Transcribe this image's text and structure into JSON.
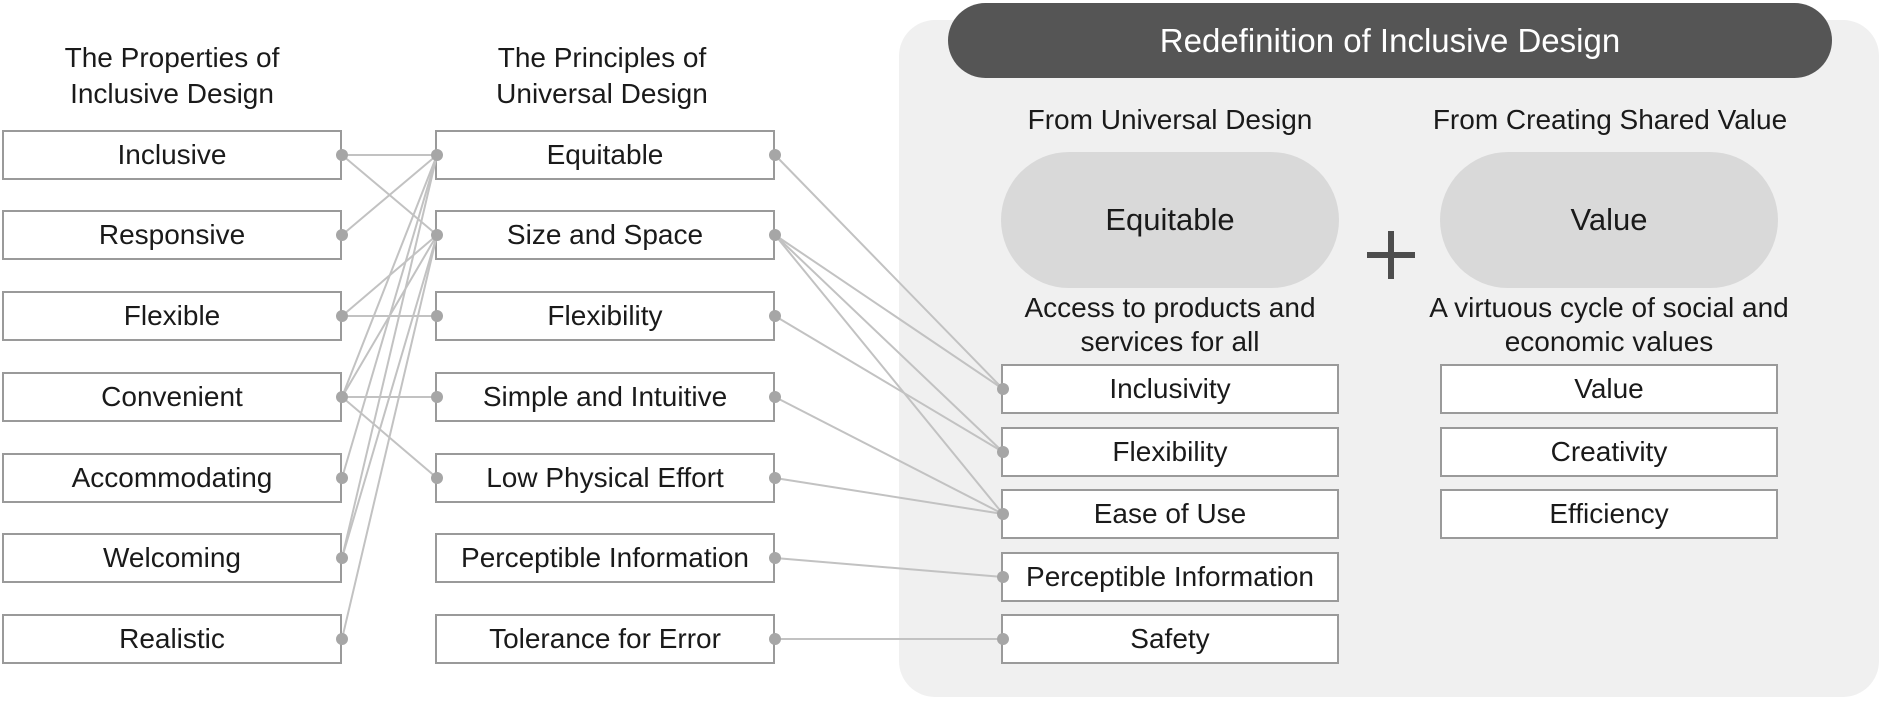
{
  "properties": {
    "title": "The Properties of Inclusive Design",
    "items": [
      "Inclusive",
      "Responsive",
      "Flexible",
      "Convenient",
      "Accommodating",
      "Welcoming",
      "Realistic"
    ]
  },
  "principles": {
    "title": "The Principles of Universal Design",
    "items": [
      "Equitable",
      "Size and Space",
      "Flexibility",
      "Simple and Intuitive",
      "Low Physical Effort",
      "Perceptible Information",
      "Tolerance for Error"
    ]
  },
  "redefinition": {
    "title": "Redefinition of Inclusive Design",
    "universal": {
      "heading": "From Universal Design",
      "pill": "Equitable",
      "description": "Access to products and services for all",
      "items": [
        "Inclusivity",
        "Flexibility",
        "Ease of Use",
        "Perceptible Information",
        "Safety"
      ]
    },
    "shared_value": {
      "heading": "From Creating Shared Value",
      "pill": "Value",
      "description": "A virtuous cycle of social and economic values",
      "items": [
        "Value",
        "Creativity",
        "Efficiency"
      ]
    }
  },
  "links_properties_to_principles": [
    [
      0,
      0
    ],
    [
      0,
      1
    ],
    [
      1,
      0
    ],
    [
      2,
      1
    ],
    [
      2,
      2
    ],
    [
      3,
      0
    ],
    [
      3,
      1
    ],
    [
      3,
      3
    ],
    [
      3,
      4
    ],
    [
      4,
      0
    ],
    [
      5,
      0
    ],
    [
      5,
      1
    ],
    [
      6,
      1
    ]
  ],
  "links_principles_to_redefinition": [
    [
      0,
      0
    ],
    [
      1,
      0
    ],
    [
      1,
      1
    ],
    [
      1,
      2
    ],
    [
      2,
      1
    ],
    [
      3,
      2
    ],
    [
      4,
      2
    ],
    [
      5,
      3
    ],
    [
      6,
      4
    ]
  ],
  "colors": {
    "line": "#c2c2c2",
    "dot": "#a6a6a6",
    "banner": "#555555",
    "panel": "#f0f0f0",
    "pill": "#d9d9d9"
  }
}
